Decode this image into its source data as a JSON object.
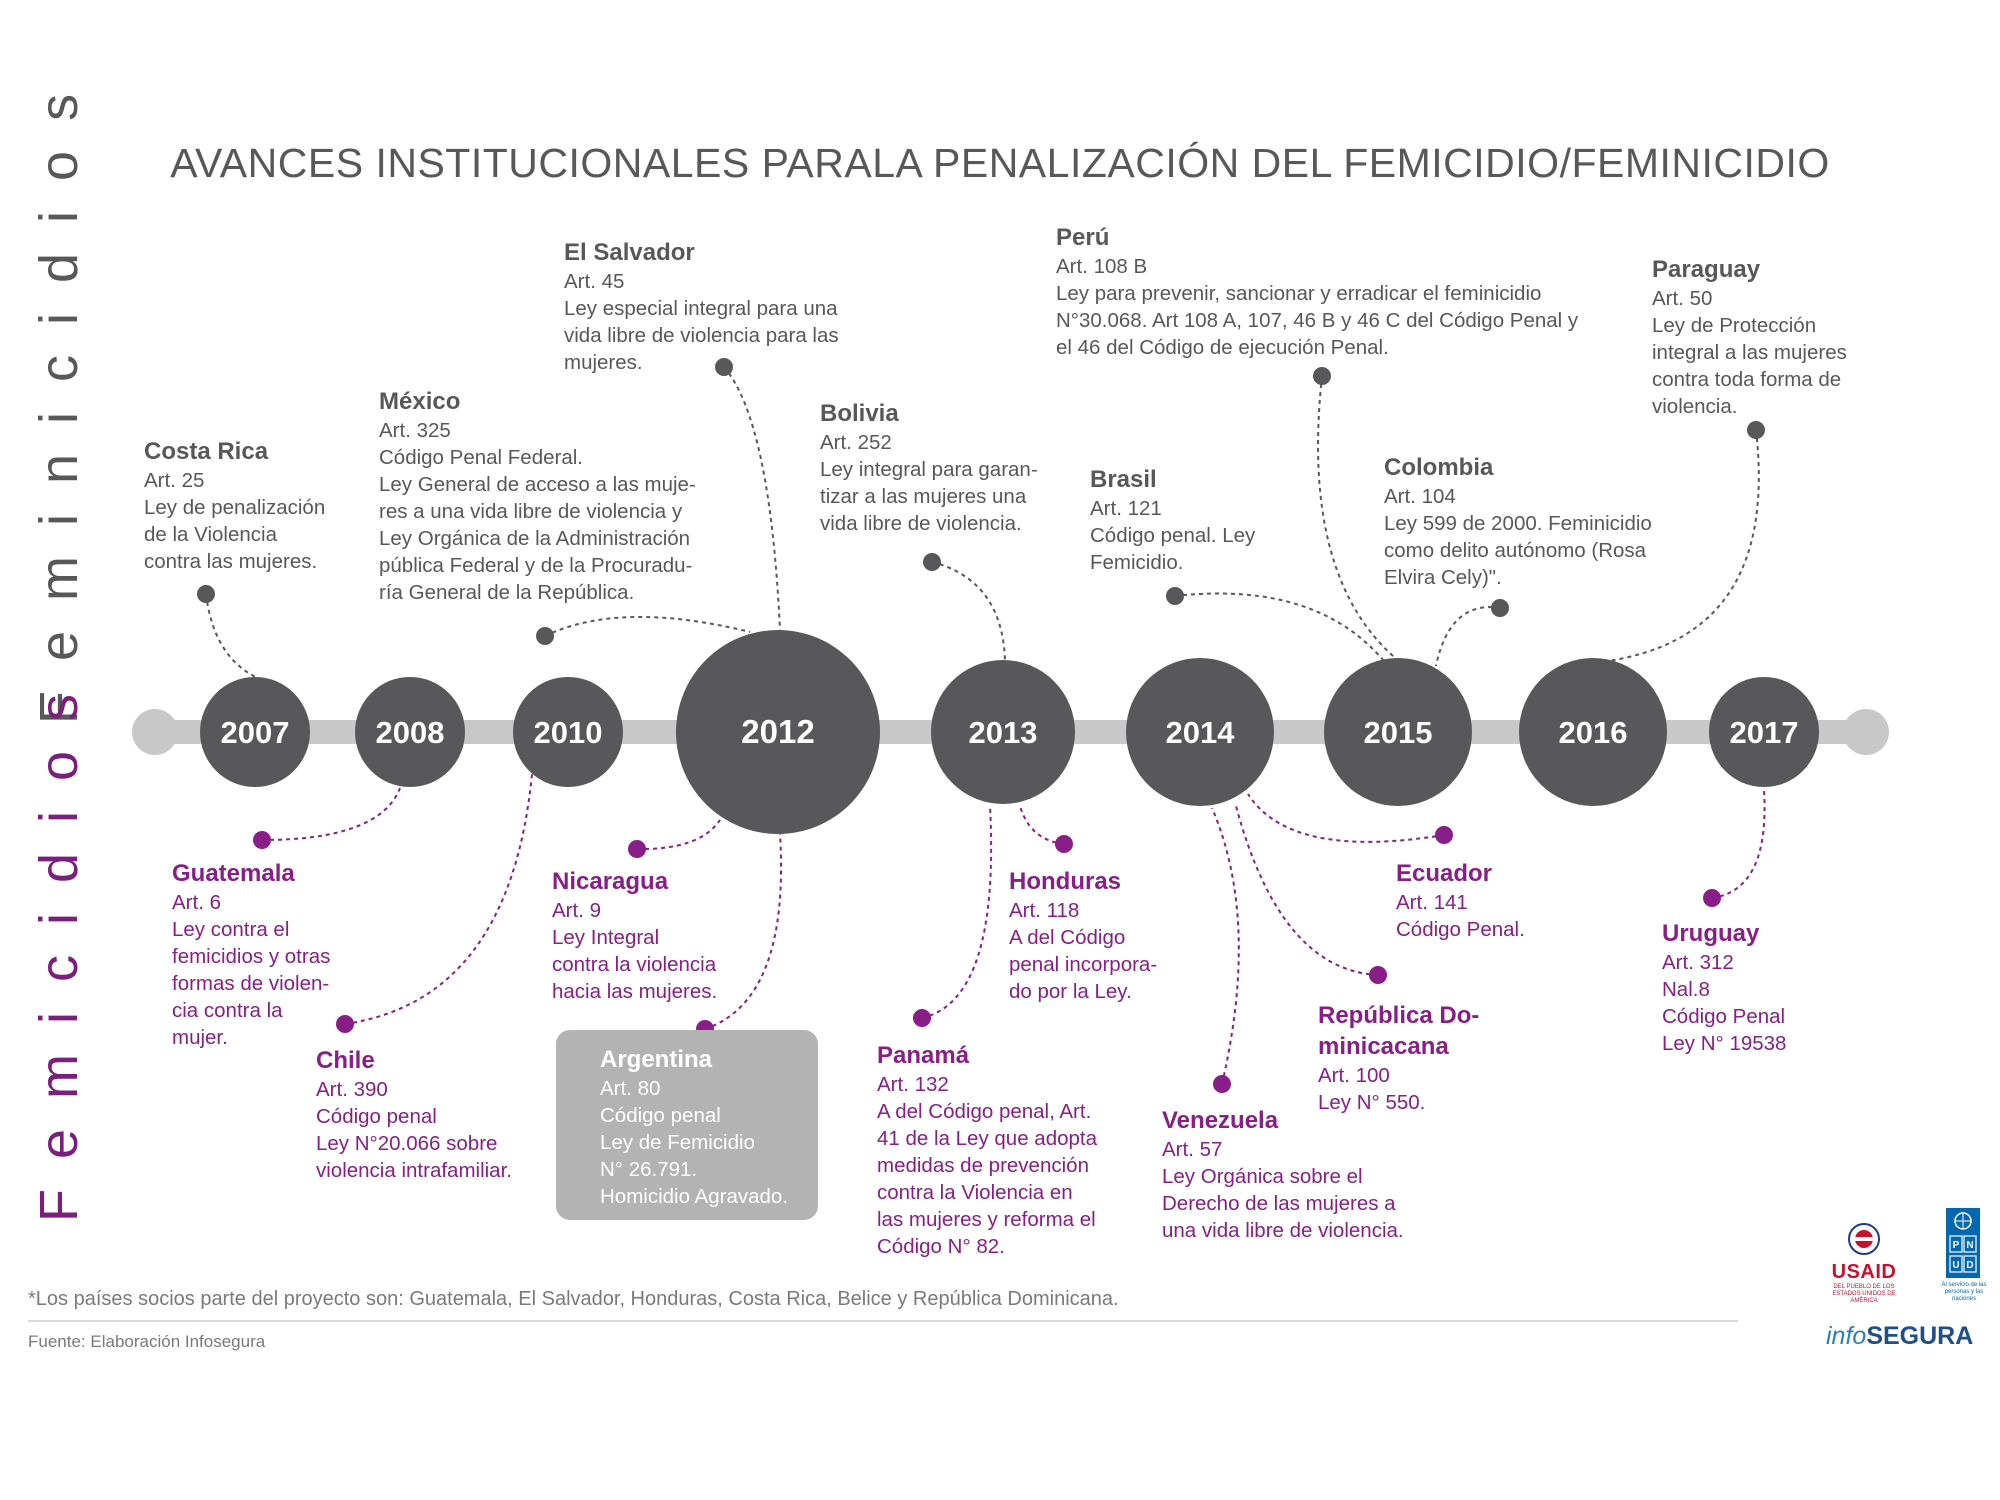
{
  "title": "AVANCES INSTITUCIONALES PARALA PENALIZACIÓN DEL FEMICIDIO/FEMINICIDIO",
  "side_labels": {
    "top": "Feminicidios",
    "bottom": "Femicidios"
  },
  "colors": {
    "dark": "#58585a",
    "purple": "#8a1e89",
    "track": "#c8c8c8",
    "argentina_box": "#b3b3b3"
  },
  "years": [
    "2007",
    "2008",
    "2010",
    "2012",
    "2013",
    "2014",
    "2015",
    "2016",
    "2017"
  ],
  "feminicidios": [
    {
      "country": "Costa Rica",
      "lines": [
        "Art. 25",
        "Ley de penalización",
        "de la Violencia",
        "contra las mujeres."
      ]
    },
    {
      "country": "México",
      "lines": [
        "Art. 325",
        "Código Penal Federal.",
        "Ley General de acceso a las muje-",
        "res a una vida libre de violencia y",
        "Ley Orgánica de la Administración",
        "pública Federal y de la Procuradu-",
        "ría General de la República."
      ]
    },
    {
      "country": "El Salvador",
      "lines": [
        "Art. 45",
        "Ley especial integral para una",
        "vida libre de violencia para las",
        "mujeres."
      ]
    },
    {
      "country": "Bolivia",
      "lines": [
        "Art. 252",
        "Ley integral para garan-",
        "tizar a las mujeres una",
        "vida libre de violencia."
      ]
    },
    {
      "country": "Perú",
      "lines": [
        "Art. 108 B",
        "Ley para prevenir, sancionar y erradicar el feminicidio",
        "N°30.068. Art 108 A, 107, 46 B y 46 C del Código Penal y",
        "el 46 del Código de ejecución Penal."
      ]
    },
    {
      "country": "Brasil",
      "lines": [
        "Art. 121",
        "Código penal. Ley",
        "Femicidio."
      ]
    },
    {
      "country": "Colombia",
      "lines": [
        "Art. 104",
        "Ley 599 de 2000. Feminicidio",
        "como delito autónomo (Rosa",
        "Elvira Cely)\"."
      ]
    },
    {
      "country": "Paraguay",
      "lines": [
        "Art. 50",
        "Ley de Protección",
        "integral a las mujeres",
        "contra toda forma de",
        "violencia."
      ]
    }
  ],
  "femicidios": [
    {
      "country": "Guatemala",
      "lines": [
        "Art. 6",
        "Ley contra el",
        "femicidios y otras",
        "formas de violen-",
        "cia contra la",
        "mujer."
      ]
    },
    {
      "country": "Chile",
      "lines": [
        "Art. 390",
        "Código penal",
        "Ley N°20.066 sobre",
        "violencia intrafamiliar."
      ]
    },
    {
      "country": "Nicaragua",
      "lines": [
        "Art. 9",
        "Ley Integral",
        "contra la violencia",
        "hacia las mujeres."
      ]
    },
    {
      "country": "Argentina",
      "lines": [
        "Art. 80",
        "Código penal",
        "Ley de Femicidio",
        "N° 26.791.",
        "Homicidio Agravado."
      ]
    },
    {
      "country": "Panamá",
      "lines": [
        "Art. 132",
        "A del Código penal, Art.",
        "41 de la Ley que adopta",
        "medidas de prevención",
        "contra la Violencia en",
        "las mujeres y reforma el",
        "Código N° 82."
      ]
    },
    {
      "country": "Honduras",
      "lines": [
        "Art. 118",
        "A del Código",
        "penal incorpora-",
        "do por la Ley."
      ]
    },
    {
      "country": "Venezuela",
      "lines": [
        "Art. 57",
        "Ley Orgánica sobre el",
        "Derecho de las mujeres a",
        "una vida libre de violencia."
      ]
    },
    {
      "country": "República Do-\nminicacana",
      "lines": [
        "Art. 100",
        "Ley N° 550."
      ]
    },
    {
      "country": "Ecuador",
      "lines": [
        "Art. 141",
        "Código Penal."
      ]
    },
    {
      "country": "Uruguay",
      "lines": [
        "Art. 312",
        "Nal.8",
        "Código Penal",
        "Ley N° 19538"
      ]
    }
  ],
  "footnote": "*Los países socios parte del proyecto son: Guatemala, El Salvador, Honduras, Costa Rica, Belice y República Dominicana.",
  "source": "Fuente: Elaboración Infosegura",
  "logos": {
    "usaid": "USAID",
    "usaid_caption": "DEL PUEBLO DE LOS ESTADOS UNIDOS DE AMÉRICA",
    "pnud": "P N U D",
    "pnud_caption": "Al servicio de las personas y las naciones",
    "infosegura_a": "info",
    "infosegura_b": "SEGURA"
  }
}
